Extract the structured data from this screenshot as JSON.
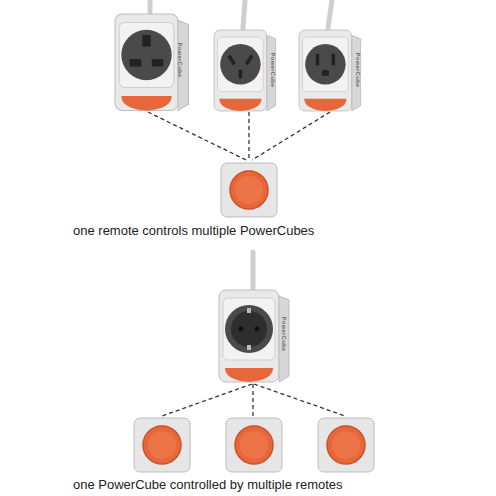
{
  "diagram": {
    "labels": [
      "PowerCube",
      "PowerCube",
      "PowerCube",
      "one remote controls multiple PowerCubes",
      "PowerCube",
      "one PowerCube controlled by multiple remotes"
    ]
  }
}
